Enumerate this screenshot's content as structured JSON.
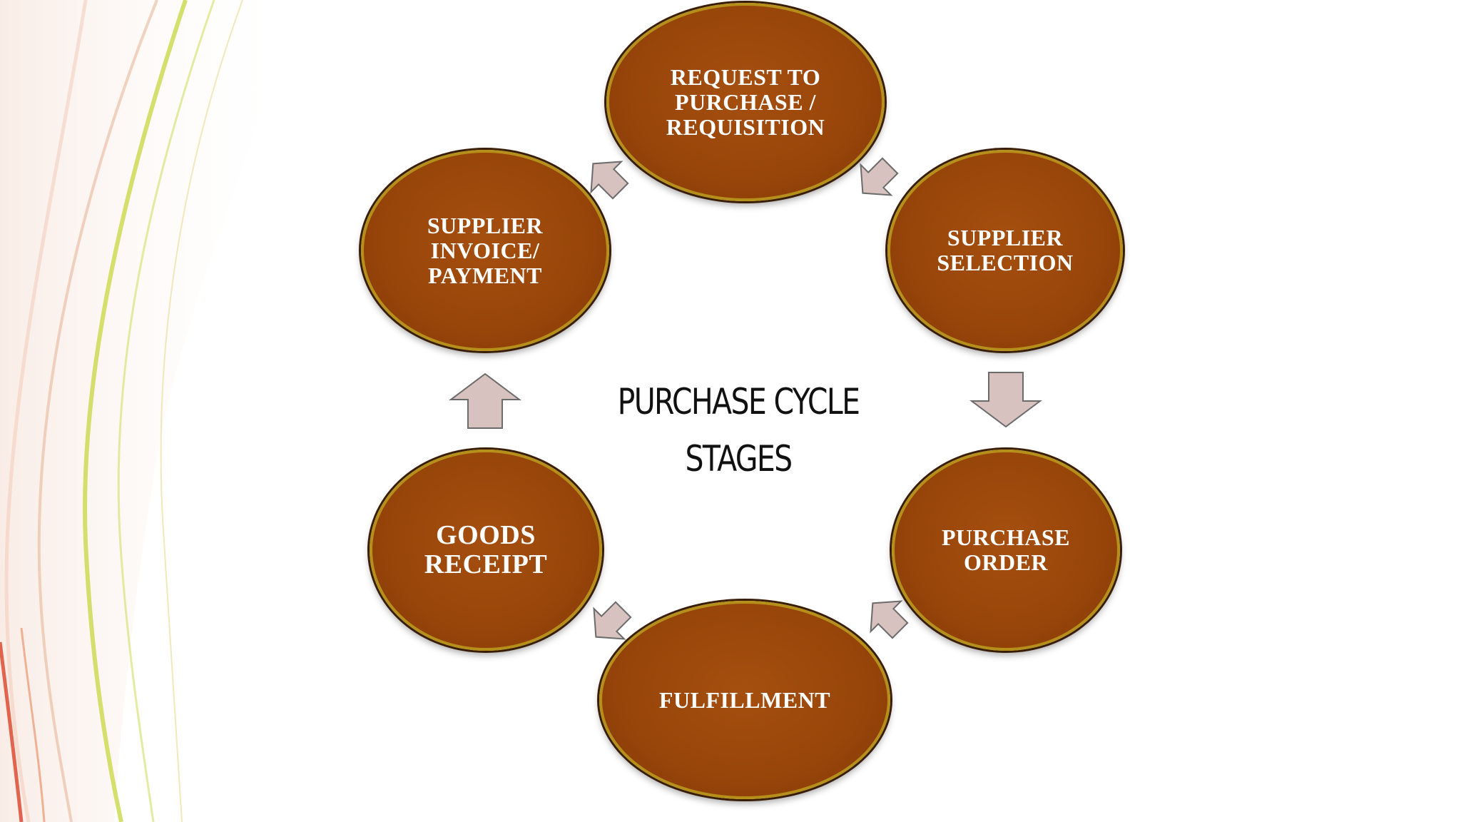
{
  "title_line1": "PURCHASE CYCLE",
  "title_line2": "STAGES",
  "stages": [
    {
      "id": "request",
      "label": "REQUEST TO\nPURCHASE /\nREQUISITION"
    },
    {
      "id": "supplier-selection",
      "label": "SUPPLIER\nSELECTION"
    },
    {
      "id": "purchase-order",
      "label": "PURCHASE\nORDER"
    },
    {
      "id": "fulfillment",
      "label": "FULFILLMENT"
    },
    {
      "id": "goods-receipt",
      "label": "GOODS\nRECEIPT"
    },
    {
      "id": "supplier-invoice",
      "label": "SUPPLIER\nINVOICE/\nPAYMENT"
    }
  ],
  "colors": {
    "stage_fill": "#98450a",
    "stage_border": "#b58f1a",
    "arrow_fill": "#d8c2bf",
    "arrow_stroke": "#6b6b6b"
  }
}
